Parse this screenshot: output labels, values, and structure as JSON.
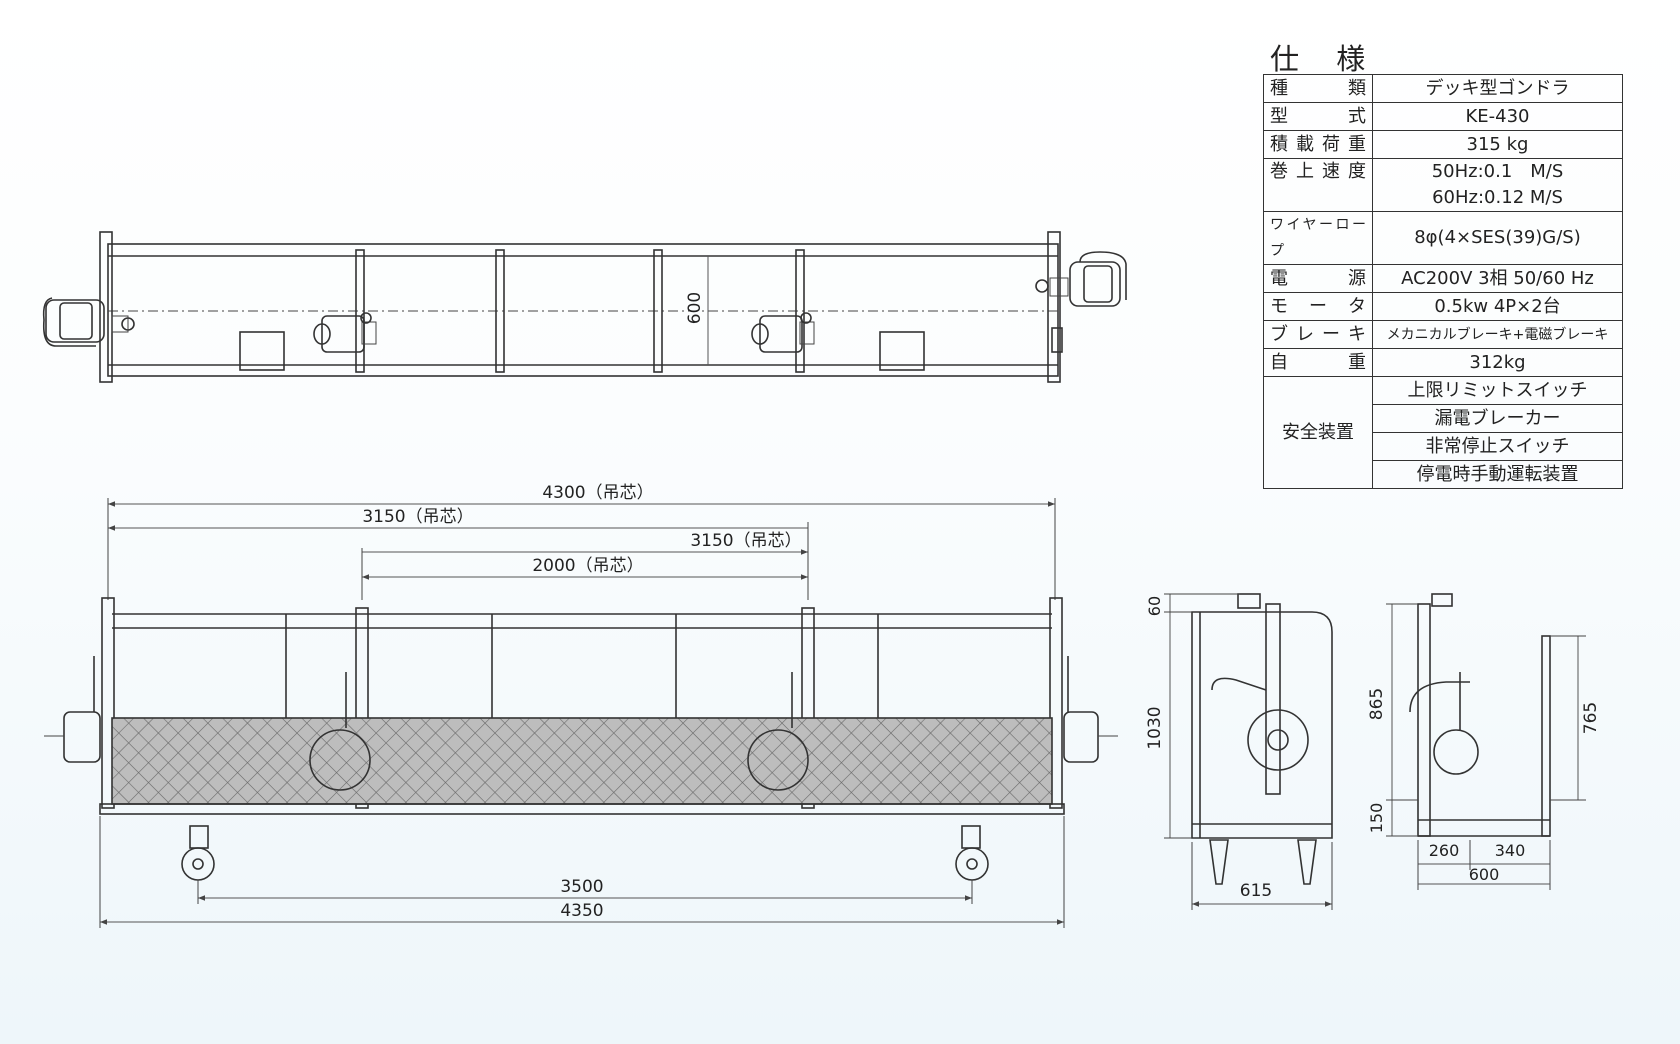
{
  "spec": {
    "title": "仕 様",
    "rows": [
      {
        "label": "種　類",
        "value": "デッキ型ゴンドラ"
      },
      {
        "label": "型　式",
        "value": "KE-430"
      },
      {
        "label": "積載荷重",
        "value": "315 kg"
      },
      {
        "label": "巻上速度",
        "value": "50Hz:0.1　M/S",
        "value2": "60Hz:0.12 M/S"
      },
      {
        "label": "ワイヤーロープ",
        "value": "8φ(4×SES(39)G/S)"
      },
      {
        "label": "電　源",
        "value": "AC200V 3相 50/60 Hz"
      },
      {
        "label": "モータ",
        "value": "0.5kw 4P×2台"
      },
      {
        "label": "ブレーキ",
        "value": "メカニカルブレーキ+電磁ブレーキ"
      },
      {
        "label": "自　重",
        "value": "312kg"
      }
    ],
    "safety_label": "安全装置",
    "safety_items": [
      "上限リミットスイッチ",
      "漏電ブレーカー",
      "非常停止スイッチ",
      "停電時手動運転装置"
    ]
  },
  "dimensions": {
    "top_view_width": "600",
    "span_4300": "4300（吊芯）",
    "span_3150_left": "3150（吊芯）",
    "span_3150_right": "3150（吊芯）",
    "span_2000": "2000（吊芯）",
    "caster_span": "3500",
    "overall_length": "4350",
    "side_60": "60",
    "side_1030": "1030",
    "side_615": "615",
    "end_865": "865",
    "end_765": "765",
    "end_150": "150",
    "end_260": "260",
    "end_340": "340",
    "end_600": "600"
  }
}
